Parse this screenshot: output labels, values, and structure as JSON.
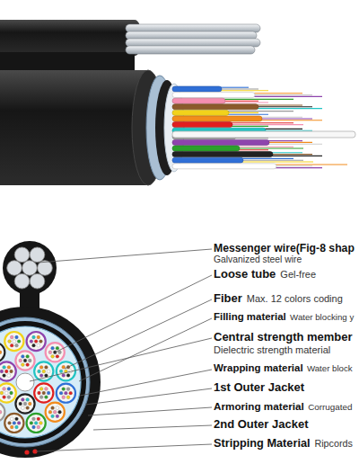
{
  "diagram": {
    "labels": [
      "Messenger wire(Fig-8 shap",
      "Galvanized steel wire",
      "Loose tube",
      "Gel-free",
      "Fiber",
      "Max. 12 colors coding",
      "Filling material",
      "Water blocking y",
      "Central strength member",
      "Dielectric strength material",
      "Wrapping material",
      "Water block",
      "1st Outer Jacket",
      "Armoring material",
      "Corrugated",
      "2nd Outer Jacket",
      "Stripping Material",
      "Ripcords"
    ]
  }
}
